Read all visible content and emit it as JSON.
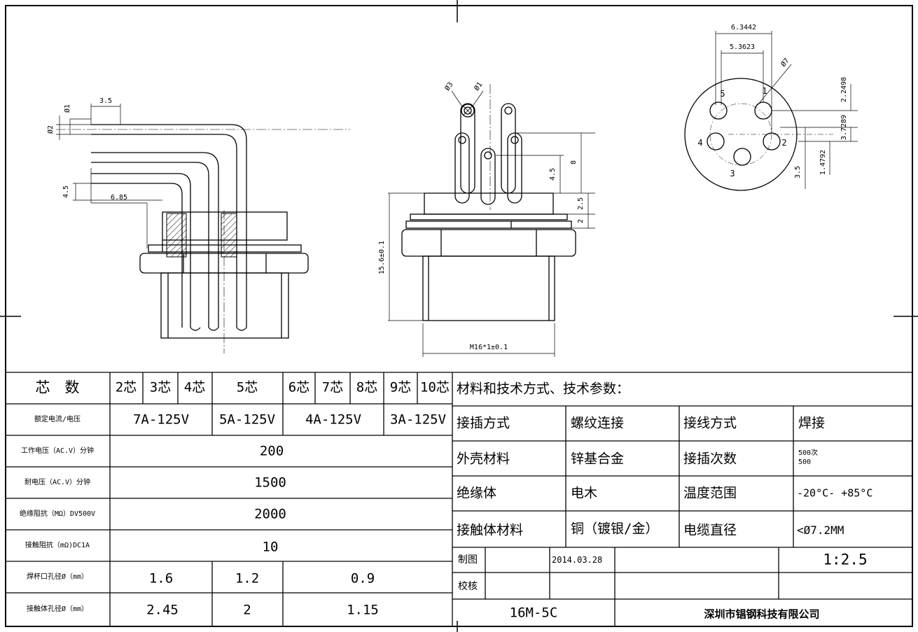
{
  "drawing": {
    "dims": {
      "d_3_5": "3.5",
      "d_phi1": "Ø1",
      "d_phi2": "Ø2",
      "d_4_5_left": "4.5",
      "d_6_85": "6.85",
      "d_phi3": "Ø3",
      "d_phi1_top": "Ø1",
      "d_8": "8",
      "d_4_5_mid": "4.5",
      "d_2_5": "2.5",
      "d_2": "2",
      "d_15_6": "15.6±0.1",
      "d_m16": "M16*1±0.1",
      "d_6_3442": "6.3442",
      "d_5_3623": "5.3623",
      "d_phi7": "Ø7",
      "d_2_2498": "2.2498",
      "d_3_7289": "3.7289",
      "d_1_4792": "1.4792",
      "d_3_5_right": "3.5"
    },
    "pins": [
      "1",
      "2",
      "3",
      "4",
      "5"
    ]
  },
  "table": {
    "header": {
      "label": "芯　数",
      "cores": [
        "2芯",
        "3芯",
        "4芯",
        "5芯",
        "6芯",
        "7芯",
        "8芯",
        "9芯",
        "10芯"
      ],
      "materials_title": "材料和技术方式、技术参数："
    },
    "rows": [
      {
        "label": "额定电流/电压",
        "values": [
          "7A-125V",
          "5A-125V",
          "4A-125V",
          "3A-125V"
        ]
      },
      {
        "label": "工作电压（AC.V）分钟",
        "values": [
          "200"
        ]
      },
      {
        "label": "耐电压（AC.V）分钟",
        "values": [
          "1500"
        ]
      },
      {
        "label": "绝缘阻抗（MΩ）DV500V",
        "values": [
          "2000"
        ]
      },
      {
        "label": "接触阻抗（mΩ)DC1A",
        "values": [
          "10"
        ]
      },
      {
        "label": "焊杯口孔径Ø（mm）",
        "values": [
          "1.6",
          "1.2",
          "0.9"
        ]
      },
      {
        "label": "接触体孔径Ø（mm）",
        "values": [
          "2.45",
          "2",
          "1.15"
        ]
      }
    ],
    "specs": [
      [
        "接插方式",
        "螺纹连接",
        "接线方式",
        "焊接"
      ],
      [
        "外壳材料",
        "锌基合金",
        "接插次数",
        "500次"
      ],
      [
        "绝缘体",
        "电木",
        "温度范围",
        "-20°C- +85°C"
      ],
      [
        "接触体材料",
        "铜（镀银/金）",
        "电缆直径",
        "<Ø7.2MM"
      ]
    ],
    "spec_sub": "500",
    "title_block": {
      "draw_label": "制图",
      "check_label": "校核",
      "date": "2014.03.28",
      "scale": "1:2.5",
      "part_no": "16M-5C",
      "company": "深圳市锠钢科技有限公司"
    }
  }
}
